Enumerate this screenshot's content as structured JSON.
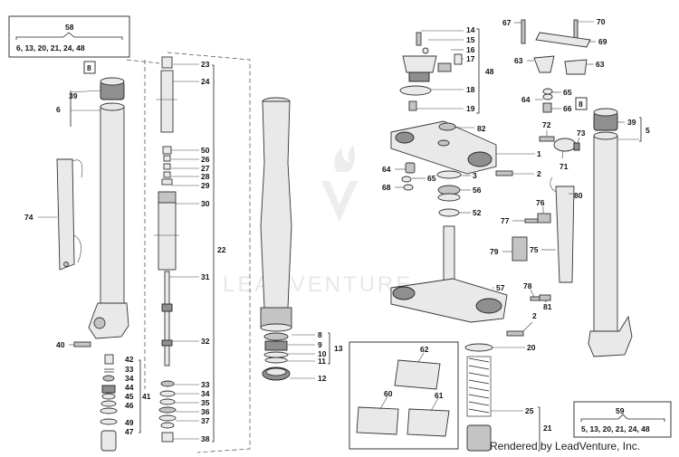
{
  "watermark_text": "LEADVENTURE",
  "credit": "Rendered by LeadVenture, Inc.",
  "kit_box_left": {
    "number": "58",
    "contents": "6, 13, 20, 21, 24, 48"
  },
  "kit_box_right": {
    "number": "59",
    "contents": "5, 13, 20, 21, 24, 48"
  },
  "boxed_left": "8",
  "boxed_right": "8",
  "labels": {
    "l39a": "39",
    "l6": "6",
    "l74": "74",
    "l40": "40",
    "l42": "42",
    "l33a": "33",
    "l34a": "34",
    "l44": "44",
    "l45": "45",
    "l41": "41",
    "l46": "46",
    "l49": "49",
    "l47": "47",
    "l23": "23",
    "l24": "24",
    "l50": "50",
    "l26": "26",
    "l27": "27",
    "l28": "28",
    "l29": "29",
    "l30": "30",
    "l31": "31",
    "l32": "32",
    "l33b": "33",
    "l34b": "34",
    "l35": "35",
    "l36": "36",
    "l37": "37",
    "l38": "38",
    "l22": "22",
    "l8": "8",
    "l9": "9",
    "l10": "10",
    "l11": "11",
    "l12": "12",
    "l13": "13",
    "l14": "14",
    "l15": "15",
    "l16": "16",
    "l17": "17",
    "l18": "18",
    "l19": "19",
    "l48": "48",
    "l82": "82",
    "l1": "1",
    "l2a": "2",
    "l3": "3",
    "l56": "56",
    "l52": "52",
    "l64a": "64",
    "l65a": "65",
    "l68": "68",
    "l57": "57",
    "l2b": "2",
    "l20": "20",
    "l25": "25",
    "l21": "21",
    "l67": "67",
    "l70": "70",
    "l69": "69",
    "l63a": "63",
    "l63b": "63",
    "l64b": "64",
    "l65b": "65",
    "l66": "66",
    "l72": "72",
    "l73": "73",
    "l71": "71",
    "l76": "76",
    "l77": "77",
    "l80": "80",
    "l79": "79",
    "l75": "75",
    "l78": "78",
    "l81": "81",
    "l39b": "39",
    "l5": "5",
    "l62": "62",
    "l60": "60",
    "l61": "61"
  }
}
